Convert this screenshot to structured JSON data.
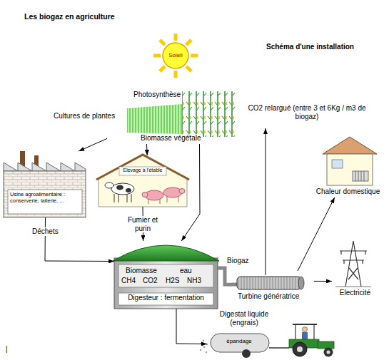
{
  "diagram": {
    "title": "Les biogaz en agriculture",
    "nodes": [
      {
        "text": [
          "Soleil"
        ]
      },
      {
        "text": [
          "Photosynthèse",
          "Cultures de plantes",
          "Biomasse végétale"
        ]
      },
      {
        "text": [
          "Usine agroalimentaire : conserverie, laiterie, ..."
        ]
      },
      {
        "text": [
          "Elevage à l'étable"
        ]
      },
      {
        "text": [
          "Biomasse",
          "eau",
          "CH4",
          "CO2",
          "H2S",
          "NH3",
          "Digesteur : fermentation"
        ]
      },
      {
        "text": [
          "Turbine génératrice"
        ]
      },
      {
        "text": [
          "Chaleur domestique"
        ]
      },
      {
        "text": [
          "Electricité"
        ]
      },
      {
        "text": [
          "épandage"
        ]
      }
    ],
    "edges": [
      {
        "from": 1,
        "to": 2,
        "arrow": "to"
      },
      {
        "from": 1,
        "to": 3,
        "arrow": "to"
      },
      {
        "from": 1,
        "to": 4,
        "arrow": "to"
      },
      {
        "from": 2,
        "to": 4,
        "label": "Déchets",
        "arrow": "to"
      },
      {
        "from": 3,
        "to": 4,
        "label": "Fumier et purin",
        "arrow": "to"
      },
      {
        "from": 4,
        "to": 5,
        "label": "Biogaz",
        "arrow": "none"
      },
      {
        "from": 5,
        "to": 6,
        "arrow": "to"
      },
      {
        "from": 5,
        "to": 7,
        "arrow": "to"
      },
      {
        "from": 4,
        "to": 8,
        "label": "Digestat liquide (engrais)",
        "arrow": "to"
      }
    ],
    "labels": [
      "Schéma d'une installation",
      "CO2 relargué (entre 3 et 6Kg / m3 de biogaz)",
      "|"
    ]
  }
}
